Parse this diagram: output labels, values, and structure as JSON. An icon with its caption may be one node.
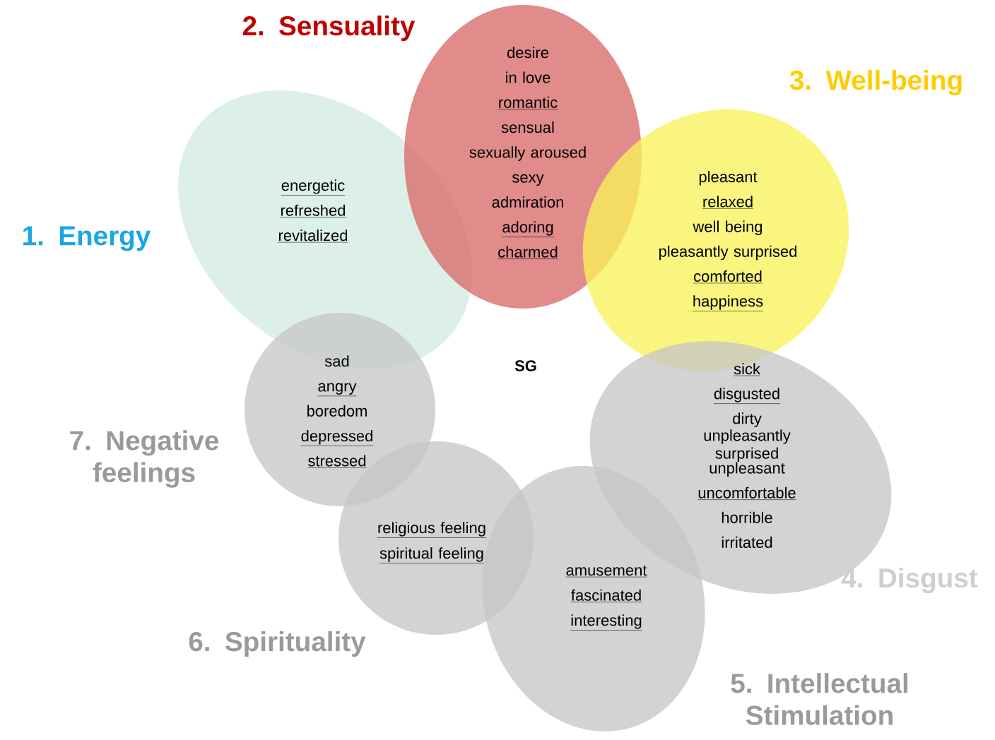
{
  "diagram": {
    "nodes": [
      {
        "text": [
          "1. Energy",
          "energetic",
          "refreshed",
          "revitalized"
        ]
      },
      {
        "text": [
          "2. Sensuality",
          "desire",
          "in love",
          "romantic",
          "sensual",
          "sexually aroused",
          "sexy",
          "admiration",
          "adoring",
          "charmed"
        ]
      },
      {
        "text": [
          "3. Well-being",
          "pleasant",
          "relaxed",
          "well being",
          "pleasantly surprised",
          "comforted",
          "happiness"
        ]
      },
      {
        "text": [
          "4. Disgust",
          "sick",
          "disgusted",
          "dirty",
          "unpleasantly surprised",
          "unpleasant",
          "uncomfortable",
          "horrible",
          "irritated"
        ]
      },
      {
        "text": [
          "5. Intellectual Stimulation",
          "amusement",
          "fascinated",
          "interesting"
        ]
      },
      {
        "text": [
          "6. Spirituality",
          "religious feeling",
          "spiritual feeling"
        ]
      },
      {
        "text": [
          "7. Negative feelings",
          "sad",
          "angry",
          "boredom",
          "depressed",
          "stressed"
        ]
      }
    ],
    "labels": [
      "SG"
    ]
  }
}
